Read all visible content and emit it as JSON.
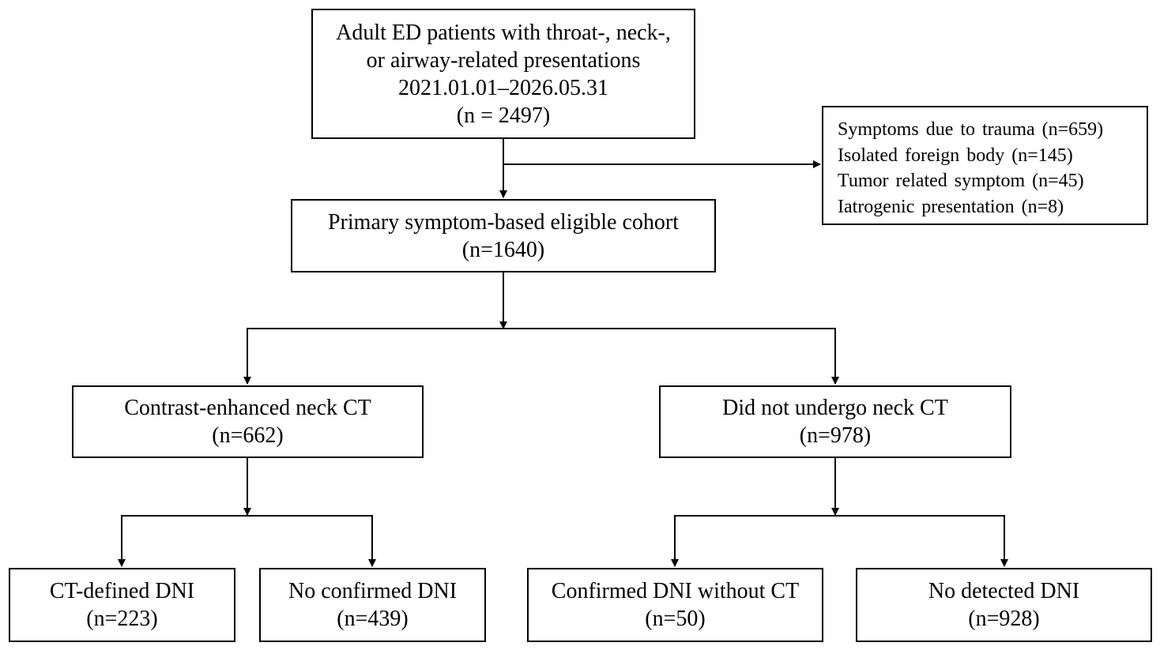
{
  "population": {
    "line1": "Adult ED patients with throat-, neck-,",
    "line2": "or airway-related presentations",
    "line3": "2021.01.01–2026.05.31",
    "count": "(n = 2497)"
  },
  "exclusions": [
    "Symptoms due to trauma (n=659)",
    "Isolated foreign body (n=145)",
    "Tumor related symptom (n=45)",
    "Iatrogenic presentation (n=8)"
  ],
  "eligible": {
    "label": "Primary symptom-based eligible cohort",
    "count": "(n=1640)"
  },
  "ct_group": {
    "label": "Contrast-enhanced neck CT",
    "count": "(n=662)"
  },
  "no_ct_group": {
    "label": "Did not undergo neck CT",
    "count": "(n=978)"
  },
  "outcomes": {
    "ct_dni": {
      "label": "CT-defined DNI",
      "count": "(n=223)"
    },
    "ct_no_dni": {
      "label": "No confirmed DNI",
      "count": "(n=439)"
    },
    "noct_dni": {
      "label": "Confirmed DNI without CT",
      "count": "(n=50)"
    },
    "noct_no_dni": {
      "label": "No detected DNI",
      "count": "(n=928)"
    }
  },
  "colors": {
    "line": "#000000",
    "background": "#ffffff"
  }
}
